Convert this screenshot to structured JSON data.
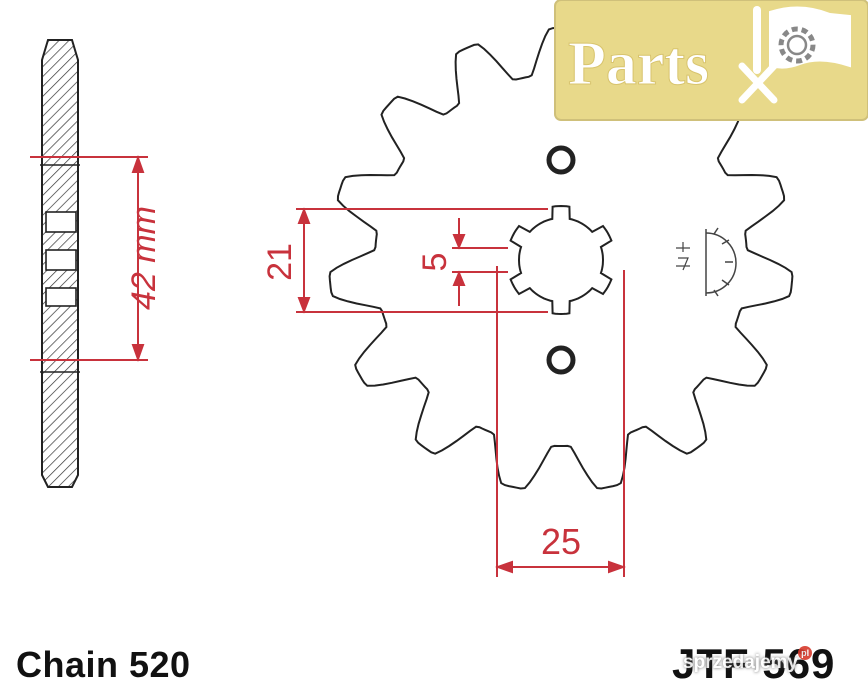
{
  "colors": {
    "dimension": "#c8323c",
    "outline": "#222222",
    "logo_bg": "#e8d98a",
    "logo_text": "#ffffff"
  },
  "logo": {
    "text": "Parts",
    "icon": "gear-icon"
  },
  "dimensions": {
    "hub_width": "42 mm",
    "spline_outer": "21",
    "spline_inner": "5",
    "bore": "25"
  },
  "footer": {
    "chain_label": "Chain 520",
    "part_number": "JTF 569"
  },
  "watermark": {
    "text": "sprzedajemy",
    "tld": "pl"
  }
}
